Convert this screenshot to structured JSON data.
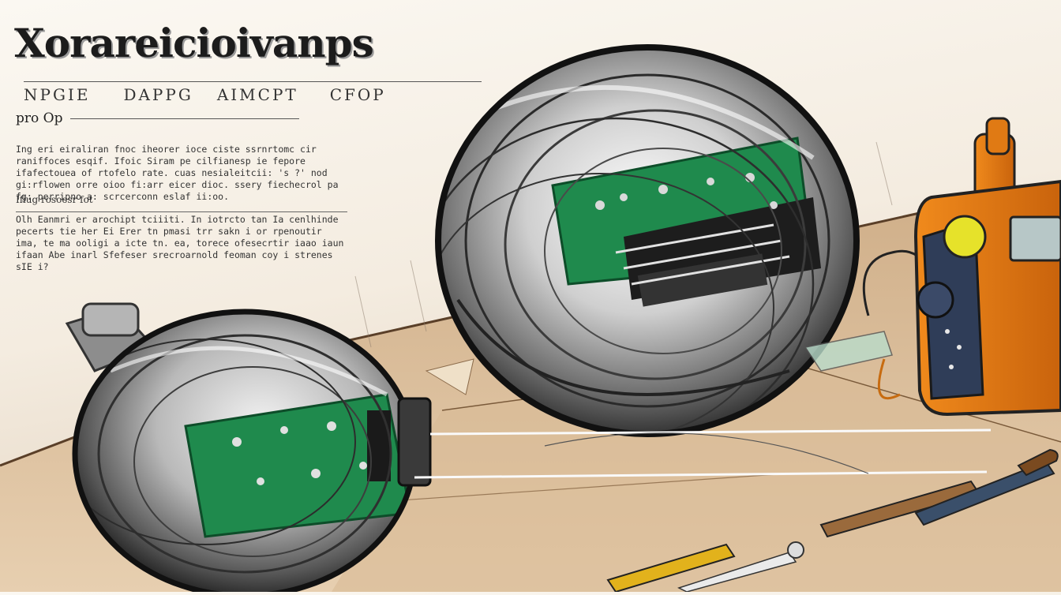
{
  "header": {
    "title": "Xorareicioivanps",
    "nav_items": [
      "NPGIE",
      "DAPPG",
      "AIMCPT",
      "CFOP"
    ],
    "subtitle": "pro Op"
  },
  "body": {
    "paragraph_1": "Ing eri eiraliran fnoc iheorer ioce ciste ssrnrtomc cir raniffoces esqif. Ifoic Siram pe cilfianesp ie fepore ifafectouea of rtofelo rate. cuas nesialeitcii: 's ?' nod gi:rflowen orre oioo fi:arr eicer dioc. ssery fiechecrol pa fg: perripno a: scrcerconn eslaf ii:oo.",
    "heading_2": "Ifiug rosoesr fot",
    "paragraph_2": "Olh Eanmri er arochipt tciiiti. In iotrcto tan Ia cenlhinde pecerts tie her Ei Erer tn pmasi trr sakn i or rpenoutir ima, te ma ooligi a icte tn. ea, torece ofesecrtir iaao iaun ifaan Abe inarl Sfefeser srecroarnold feoman coy i strenes sIE i?"
  }
}
